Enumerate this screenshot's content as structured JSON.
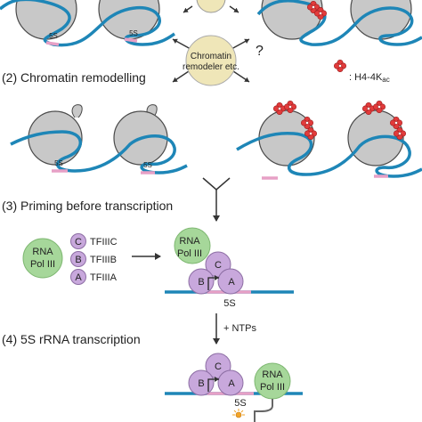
{
  "colors": {
    "dna": "#1e86b7",
    "histone": "#c8c8c8",
    "histone_stroke": "#4a4a4a",
    "five_s_region": "#e7a0c6",
    "acetyl": "#e23b3b",
    "pol3": "#a6d79a",
    "tfiii": "#c8a8dc",
    "remodeler": "#efe6b8",
    "arrow": "#333333",
    "rna": "#666666",
    "cap": "#f2a428"
  },
  "step2": {
    "heading": "(2) Chromatin remodelling"
  },
  "step3": {
    "heading": "(3) Priming before transcription"
  },
  "step4": {
    "heading": "(4) 5S rRNA transcription"
  },
  "labels": {
    "five_s": "5S",
    "remodeler_line1": "Chromatin",
    "remodeler_line2": "remodeler etc.",
    "question_mark": "?",
    "acetyl_legend": ": H4-4K",
    "acetyl_legend_sub": "ac",
    "ntps": "+ NTPs"
  },
  "factors": {
    "pol3_line1": "RNA",
    "pol3_line2": "Pol III",
    "items": [
      {
        "letter": "C",
        "name": "TFIIIC"
      },
      {
        "letter": "B",
        "name": "TFIIIB"
      },
      {
        "letter": "A",
        "name": "TFIIIA"
      }
    ]
  },
  "complex": {
    "five_s": "5S"
  }
}
